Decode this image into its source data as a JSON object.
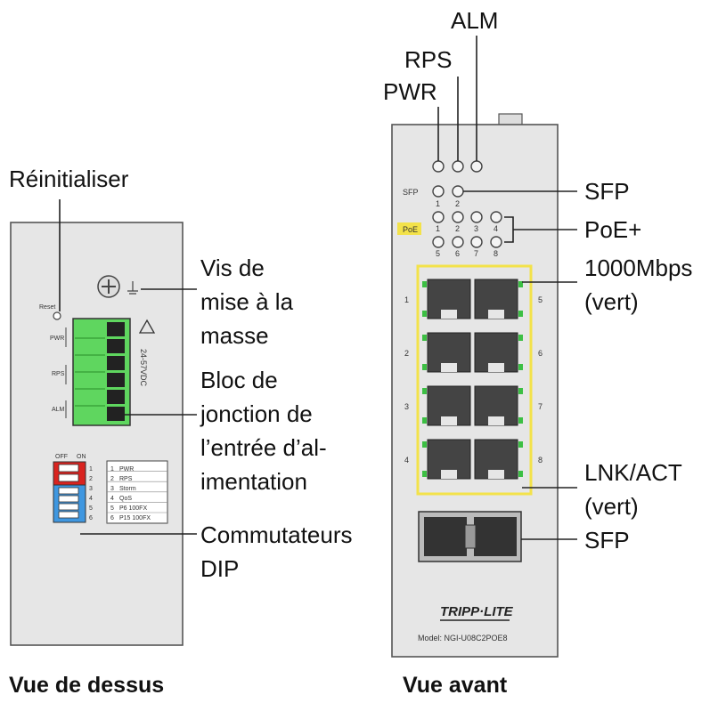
{
  "top_view": {
    "caption": "Vue de dessus",
    "callouts": {
      "reset": "Réinitialiser",
      "ground_line1": "Vis de",
      "ground_line2": "mise à la",
      "ground_line3": "masse",
      "terminal_line1": "Bloc de",
      "terminal_line2": "jonction de",
      "terminal_line3": "l’entrée d’al-",
      "terminal_line4": "imentation",
      "dip_line1": "Commutateurs",
      "dip_line2": "DIP"
    },
    "device_text": {
      "reset": "Reset",
      "pwr": "PWR",
      "rps": "RPS",
      "alm": "ALM",
      "voltage": "24-57VDC",
      "dip_off": "OFF",
      "dip_on": "ON",
      "dip_table": [
        {
          "num": "1",
          "name": "PWR"
        },
        {
          "num": "2",
          "name": "RPS"
        },
        {
          "num": "3",
          "name": "Storm"
        },
        {
          "num": "4",
          "name": "QoS"
        },
        {
          "num": "5",
          "name": "P6 100FX"
        },
        {
          "num": "6",
          "name": "P15 100FX"
        }
      ]
    }
  },
  "front_view": {
    "caption": "Vue avant",
    "callouts": {
      "alm": "ALM",
      "rps": "RPS",
      "pwr": "PWR",
      "sfp_led": "SFP",
      "poe": "PoE+",
      "speed_line1": "1000Mbps",
      "speed_line2": "(vert)",
      "lnk_line1": "LNK/ACT",
      "lnk_line2": "(vert)",
      "sfp_port": "SFP"
    },
    "device_text": {
      "sfp_led_label": "SFP",
      "sfp_nums": [
        "1",
        "2"
      ],
      "poe_badge": "PoE",
      "poe_top_nums": [
        "1",
        "2",
        "3",
        "4"
      ],
      "poe_bottom_nums": [
        "5",
        "6",
        "7",
        "8"
      ],
      "port_left_nums": [
        "1",
        "2",
        "3",
        "4"
      ],
      "port_right_nums": [
        "5",
        "6",
        "7",
        "8"
      ],
      "brand": "TRIPP·LITE",
      "model": "Model: NGI-U08C2POE8"
    },
    "colors": {
      "led_green": "#3cbf44",
      "poe_yellow": "#f3e24a"
    }
  }
}
